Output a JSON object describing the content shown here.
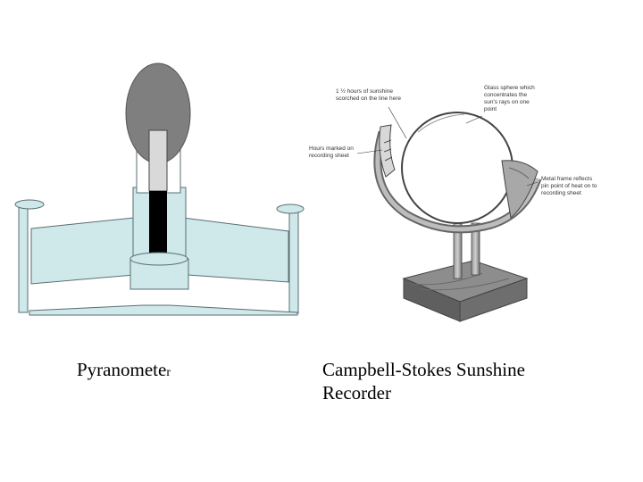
{
  "captions": {
    "pyranometer_main": "Pyranomete",
    "pyranometer_tail": "r",
    "recorder_line1": "Campbell-Stokes Sunshine",
    "recorder_line2": "Recorder"
  },
  "recorder_annotations": {
    "sunshine_scorched": [
      "1 ½ hours of sunshine",
      "scorched on the line here"
    ],
    "glass_sphere": [
      "Glass sphere which",
      "concentrates the",
      "sun's rays on one",
      "point"
    ],
    "hours_marked": [
      "Hours marked on",
      "recording sheet"
    ],
    "metal_frame": [
      "Metal frame reflects",
      "pin point of heat on to",
      "recording sheet"
    ]
  },
  "colors": {
    "light_blue": "#cfe8ea",
    "outline": "#5a6e72",
    "dome_gray": "#7f7f7f",
    "black": "#000000"
  }
}
